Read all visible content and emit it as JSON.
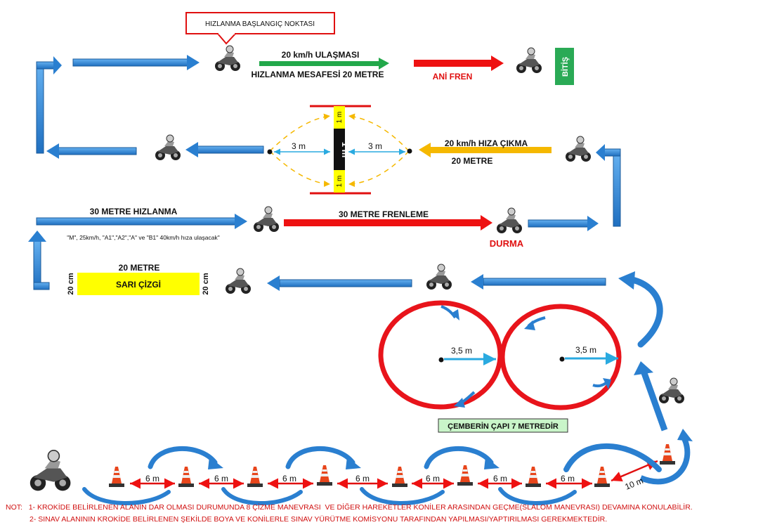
{
  "labels": {
    "start_callout": "HIZLANMA BAŞLANGIÇ NOKTASI",
    "speed_reach": "20 km/h ULAŞMASI",
    "accel_distance": "HIZLANMA MESAFESİ 20 METRE",
    "sudden_brake": "ANİ FREN",
    "finish": "BİTİŞ",
    "speed_up": "20 km/h HIZA ÇIKMA",
    "twenty_meters_b": "20 METRE",
    "three_m_left": "3 m",
    "three_m_right": "3 m",
    "post_width": "1 m",
    "post_top_label": "1 m",
    "post_bottom_label": "1 m",
    "thirty_accel": "30 METRE HIZLANMA",
    "speed_note": "\"M\", 25km/h, \"A1\",\"A2\",\"A\" ve \"B1\" 40km/h hıza ulaşacak\"",
    "thirty_brake": "30 METRE FRENLEME",
    "stop": "DURMA",
    "twenty_meters_c": "20 METRE",
    "yellow_line": "SARI ÇİZGİ",
    "cm_left": "20 cm",
    "cm_right": "20 cm",
    "radius_left": "3,5 m",
    "radius_right": "3,5 m",
    "circle_diameter": "ÇEMBERİN ÇAPI 7 METREDİR",
    "cone_gap": [
      "6 m",
      "6 m",
      "6 m",
      "6 m",
      "6 m",
      "6 m",
      "6 m"
    ],
    "diag_distance": "10 m"
  },
  "note": {
    "prefix": "NOT:",
    "line1": "1- KROKİDE BELİRLENEN ALANIN DAR OLMASI DURUMUNDA 8 ÇİZME MANEVRASI  VE DİĞER HAREKETLER KONİLER ARASINDAN GEÇME(SLALOM MANEVRASI) DEVAMINA KONULABİLİR.",
    "line2": "2- SINAV ALANININ KROKİDE BELİRLENEN ŞEKİLDE BOYA VE KONİLERLE SINAV YÜRÜTME KOMİSYONU TARAFINDAN YAPILMASI/YAPTIRILMASI GEREKMEKTEDİR."
  },
  "colors": {
    "blue_arrow": "#2a7fd0",
    "green_arrow": "#22a84a",
    "red_arrow": "#ee1111",
    "orange_arrow": "#f5b800",
    "finish_box": "#2aaa55",
    "yellow_box": "#ffff00",
    "circle_red": "#e8141b",
    "cyan_arrow": "#2aaae0",
    "label_green_bg": "#c9f5c9",
    "cone_orange": "#e8461c"
  },
  "icons": [
    "motorcycle-icon",
    "traffic-cone-icon"
  ]
}
